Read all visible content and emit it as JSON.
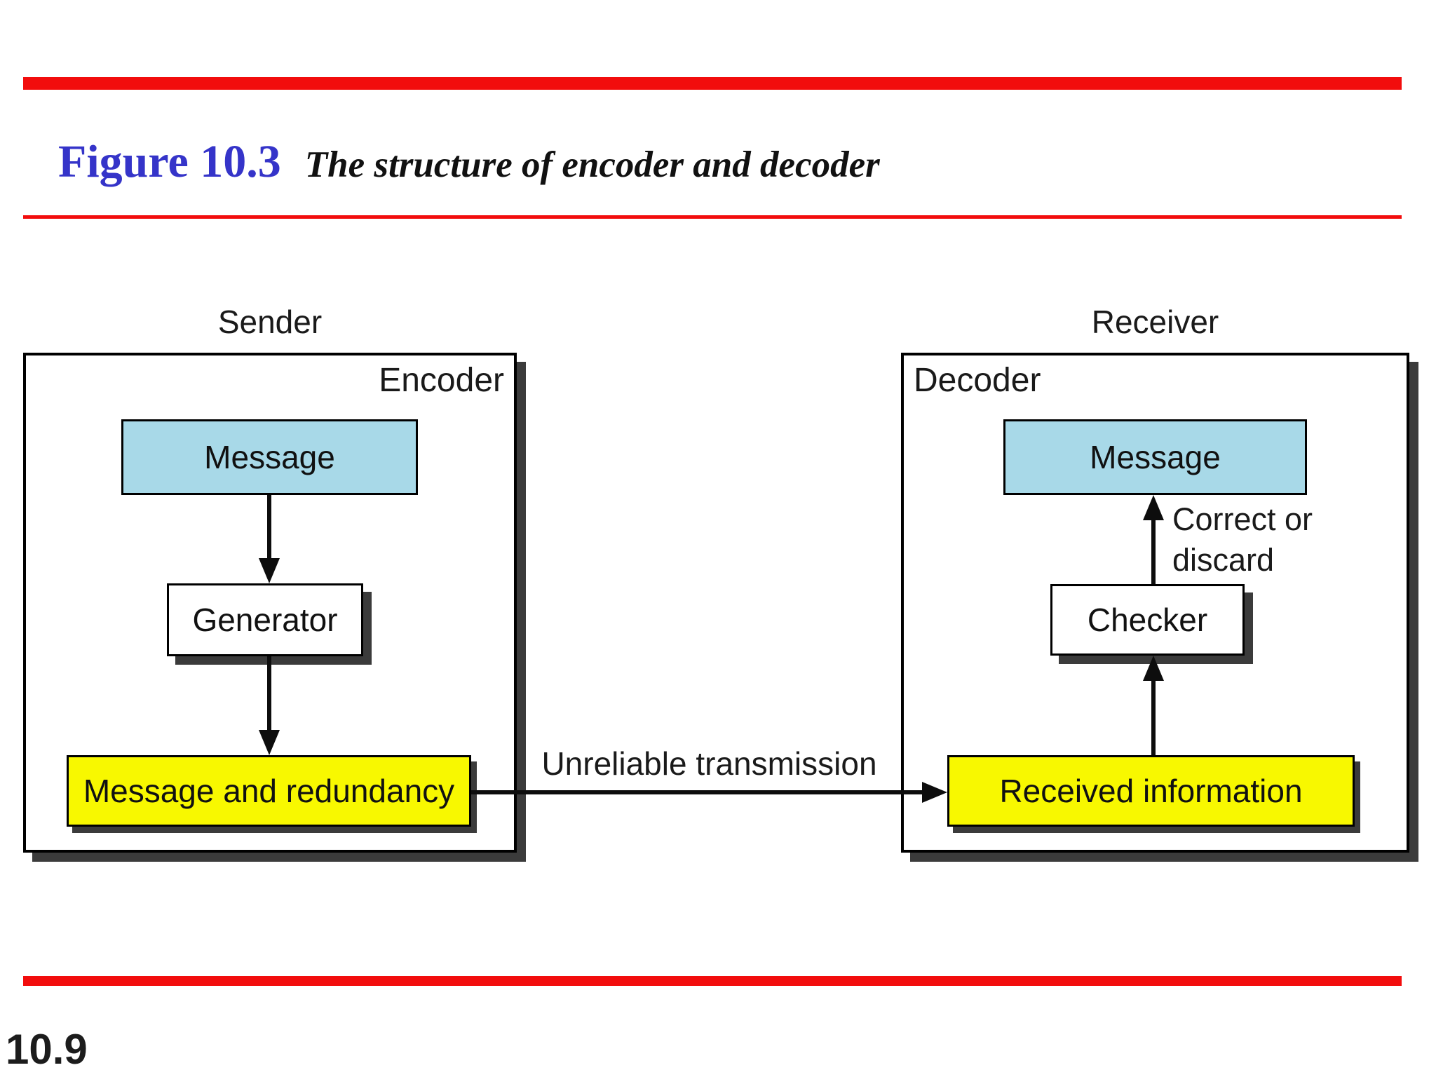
{
  "colors": {
    "accent_red": "#f20d0d",
    "title_blue": "#3534c9",
    "node_light_blue": "#a8d9e8",
    "node_yellow": "#f8f800",
    "shadow_gray": "#3b3b3b",
    "line_black": "#0d0d0d"
  },
  "header": {
    "figure_label": "Figure 10.3",
    "figure_title": "The structure of encoder and decoder"
  },
  "diagram": {
    "sender": {
      "label": "Sender",
      "container_label": "Encoder",
      "message": "Message",
      "generator": "Generator",
      "output": "Message and redundancy"
    },
    "receiver": {
      "label": "Receiver",
      "container_label": "Decoder",
      "message": "Message",
      "checker": "Checker",
      "input": "Received information",
      "decision_line1": "Correct or",
      "decision_line2": "discard"
    },
    "channel_label": "Unreliable transmission"
  },
  "footer": {
    "page_number": "10.9"
  }
}
